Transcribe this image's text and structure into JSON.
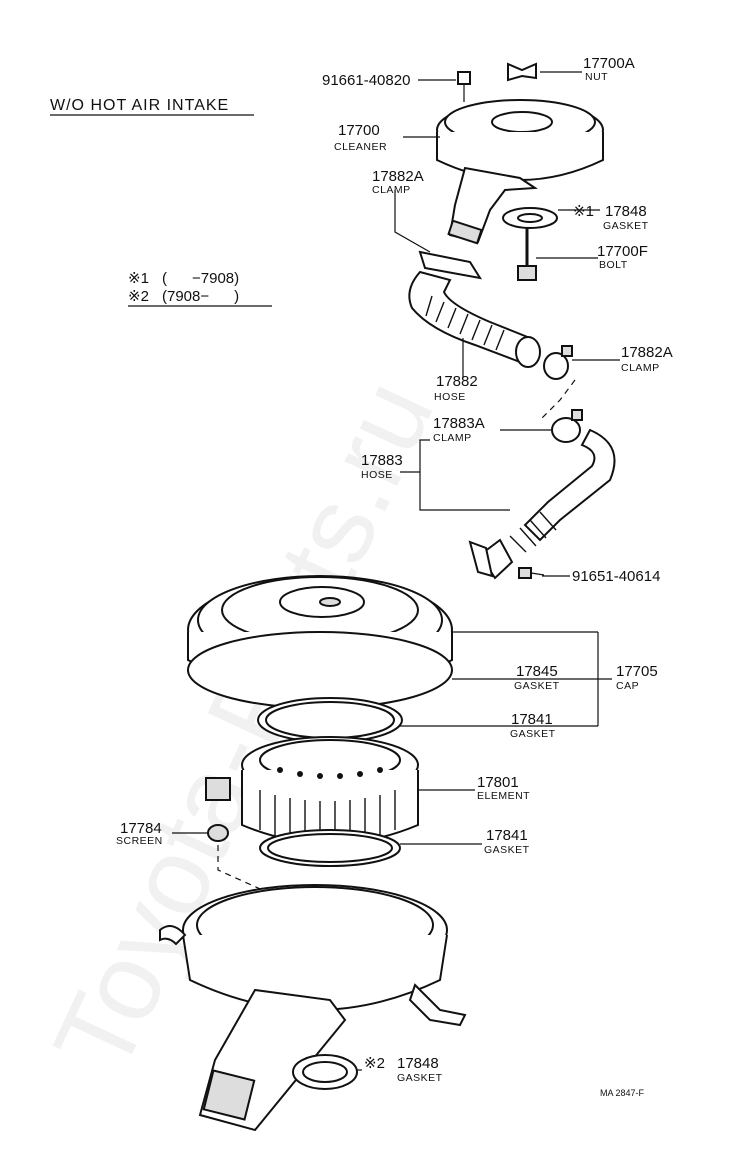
{
  "title": "W/O HOT AIR INTAKE",
  "notes": [
    {
      "mark": "※1",
      "range": "(      −7908)"
    },
    {
      "mark": "※2",
      "range": "(7908−      )"
    }
  ],
  "parts": {
    "bolt_91661": {
      "number": "91661-40820"
    },
    "nut": {
      "number": "17700A",
      "name": "NUT"
    },
    "cleaner": {
      "number": "17700",
      "name": "CLEANER"
    },
    "clamp_17882A_top": {
      "number": "17882A",
      "name": "CLAMP"
    },
    "gasket_17848_top": {
      "mark": "※1",
      "number": "17848",
      "name": "GASKET"
    },
    "bolt_17700F": {
      "number": "17700F",
      "name": "BOLT"
    },
    "clamp_17882A_right": {
      "number": "17882A",
      "name": "CLAMP"
    },
    "hose_17882": {
      "number": "17882",
      "name": "HOSE"
    },
    "clamp_17883A": {
      "number": "17883A",
      "name": "CLAMP"
    },
    "hose_17883": {
      "number": "17883",
      "name": "HOSE"
    },
    "screw_91651": {
      "number": "91651-40614"
    },
    "gasket_17845": {
      "number": "17845",
      "name": "GASKET"
    },
    "cap_17705": {
      "number": "17705",
      "name": "CAP"
    },
    "gasket_17841_a": {
      "number": "17841",
      "name": "GASKET"
    },
    "element_17801": {
      "number": "17801",
      "name": "ELEMENT"
    },
    "screen_17784": {
      "number": "17784",
      "name": "SCREEN"
    },
    "gasket_17841_b": {
      "number": "17841",
      "name": "GASKET"
    },
    "gasket_17848_bottom": {
      "mark": "※2",
      "number": "17848",
      "name": "GASKET"
    }
  },
  "drawing_code": "MA 2847-F",
  "watermark": "Toyota-Parts.ru"
}
